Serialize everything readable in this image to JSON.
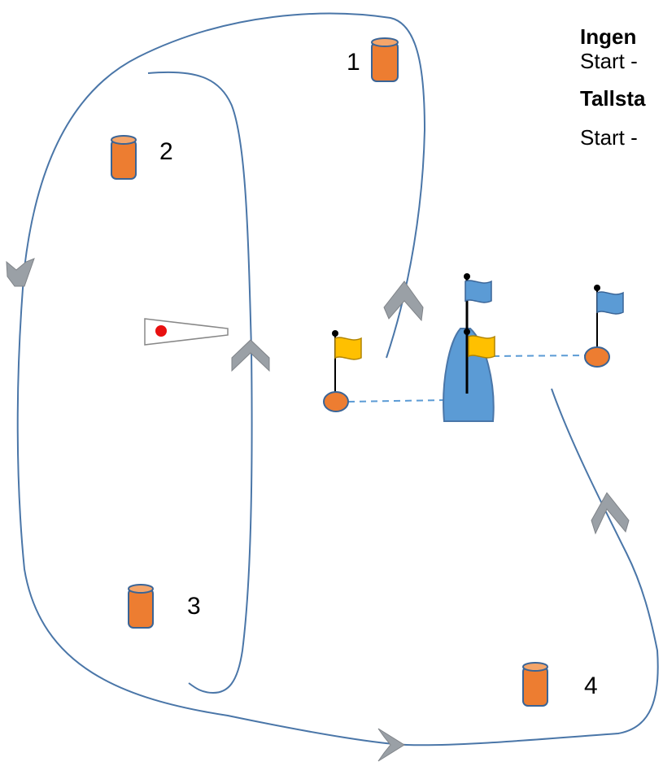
{
  "legend": {
    "lines": [
      {
        "text": "Ingen",
        "bold": true
      },
      {
        "text": "Start -",
        "bold": false
      },
      {
        "text": "Tallsta",
        "bold": true
      },
      {
        "text": "Start -",
        "bold": false
      }
    ]
  },
  "marks": [
    {
      "number": "1"
    },
    {
      "number": "2"
    },
    {
      "number": "3"
    },
    {
      "number": "4"
    }
  ],
  "colors": {
    "course_line": "#4a76a8",
    "buoy": "#ed7d31",
    "buoy_stroke": "#3a6496",
    "arrow": "#9aa0a6",
    "boat": "#5b9bd5",
    "flag_blue": "#5b9bd5",
    "flag_yellow": "#ffc000",
    "start_line": "#5b9bd5",
    "pennant_dot": "#e81010"
  }
}
